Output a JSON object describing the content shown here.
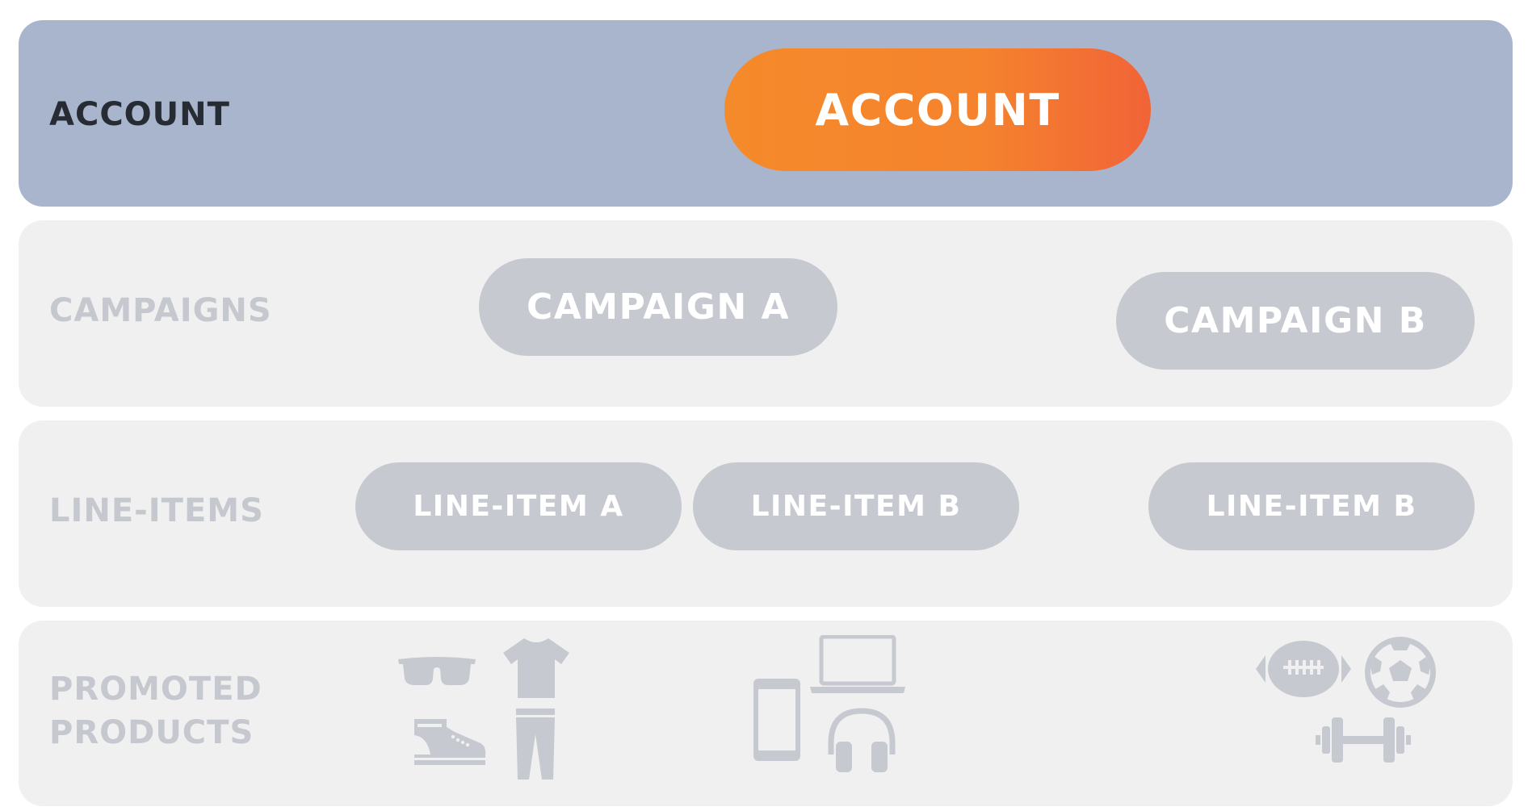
{
  "levels": {
    "account": {
      "label": "ACCOUNT",
      "pill": "ACCOUNT"
    },
    "campaigns": {
      "label": "CAMPAIGNS",
      "pills": [
        "CAMPAIGN A",
        "CAMPAIGN B"
      ]
    },
    "line_items": {
      "label": "LINE-ITEMS",
      "pills": [
        "LINE-ITEM A",
        "LINE-ITEM B",
        "LINE-ITEM B"
      ]
    },
    "promoted_products": {
      "label_lines": [
        "PROMOTED",
        "PRODUCTS"
      ],
      "groups": [
        {
          "icons": [
            "sunglasses-icon",
            "tshirt-icon",
            "sneaker-icon",
            "pants-icon"
          ]
        },
        {
          "icons": [
            "tablet-icon",
            "laptop-icon",
            "headphones-icon"
          ]
        },
        {
          "icons": [
            "football-icon",
            "soccer-ball-icon",
            "dumbbell-icon"
          ]
        }
      ]
    }
  },
  "colors": {
    "account_row": "#a9b4cd",
    "row_background": "#f0f0f0",
    "accent_gradient_start": "#f58a2a",
    "accent_gradient_end": "#f16337",
    "pill_gray": "#c6c9cf",
    "muted_text": "#c5c8ce",
    "dark_text": "#272b33"
  }
}
